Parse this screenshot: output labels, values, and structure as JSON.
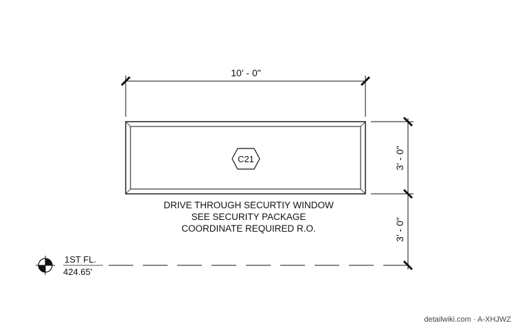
{
  "drawing": {
    "dimension_width": "10' - 0\"",
    "dimension_upper_height": "3' - 0\"",
    "dimension_lower_height": "3' - 0\"",
    "window_tag": "C21",
    "note_lines": [
      "DRIVE THROUGH SECURTIY WINDOW",
      "SEE SECURITY PACKAGE",
      "COORDINATE REQUIRED R.O."
    ],
    "level": {
      "name": "1ST FL.",
      "elevation": "424.65'"
    },
    "watermark": "detailwiki.com · A-XHJWZ",
    "line_color": "#111111"
  }
}
